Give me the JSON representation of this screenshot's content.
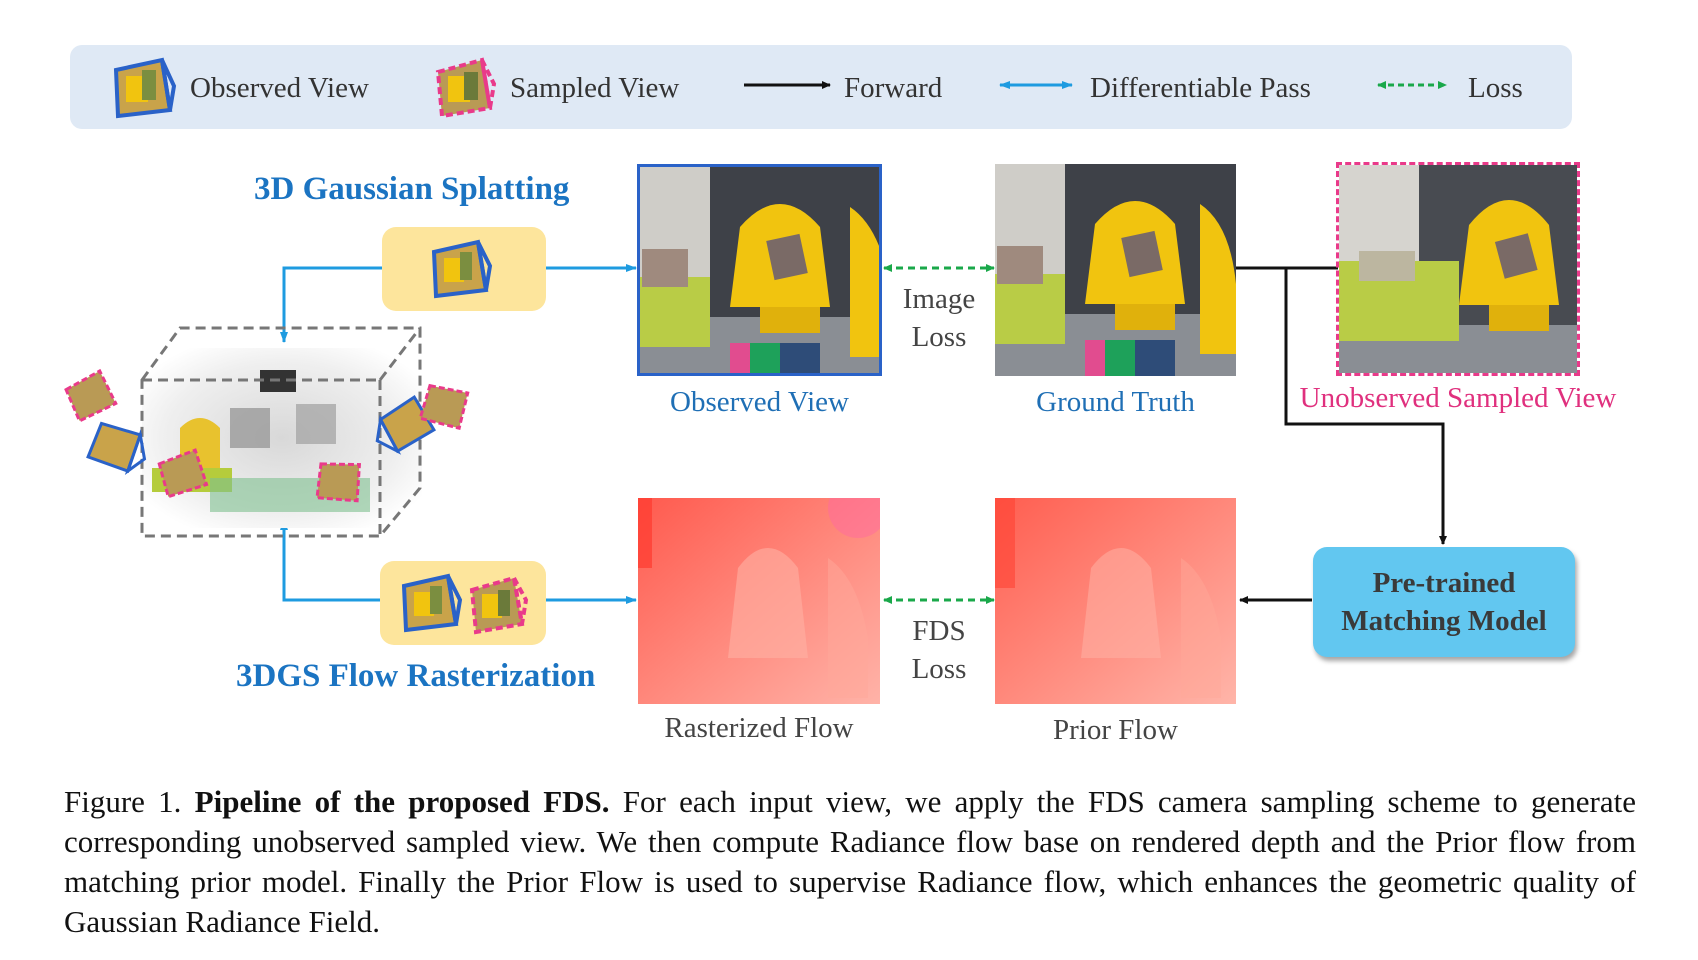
{
  "legend": {
    "observed_view": "Observed View",
    "sampled_view": "Sampled View",
    "forward": "Forward",
    "differentiable_pass": "Differentiable Pass",
    "loss": "Loss"
  },
  "diagram": {
    "gs_title": "3D Gaussian Splatting",
    "flow_title": "3DGS Flow Rasterization",
    "observed_view_label": "Observed View",
    "ground_truth_label": "Ground Truth",
    "unobserved_label": "Unobserved Sampled View",
    "image_loss_line1": "Image",
    "image_loss_line2": "Loss",
    "fds_loss_line1": "FDS",
    "fds_loss_line2": "Loss",
    "rasterized_flow_label": "Rasterized Flow",
    "prior_flow_label": "Prior Flow",
    "matching_model": "Pre-trained Matching Model"
  },
  "caption": {
    "prefix": "Figure 1. ",
    "bold": "Pipeline of the proposed FDS.",
    "text": " For each input view, we apply the FDS camera sampling scheme to generate corresponding unobserved sampled view. We then compute Radiance flow base on rendered depth and the Prior flow from matching prior model. Finally the Prior Flow is used to supervise Radiance flow, which enhances the geometric quality of Gaussian Radiance Field."
  },
  "colors": {
    "observed_blue": "#2a62c8",
    "sampled_pink": "#e93a8a",
    "forward_black": "#111111",
    "diff_blue": "#1e9be0",
    "loss_green": "#1aa84a",
    "legend_bg": "#dfe9f5",
    "yellow_box": "#fde59c",
    "matching_box": "#62c7f0"
  }
}
